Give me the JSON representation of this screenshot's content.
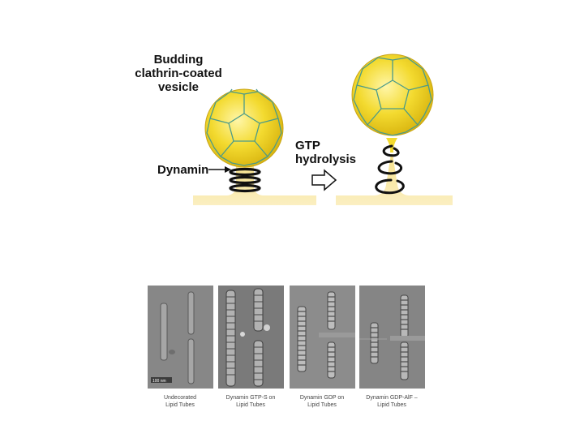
{
  "diagram": {
    "vesicle_label": [
      "Budding",
      "clathrin-coated",
      "vesicle"
    ],
    "dynamin_label": "Dynamin",
    "reaction_label": [
      "GTP",
      "hydrolysis"
    ],
    "colors": {
      "vesicle_fill": "#f3da2f",
      "vesicle_highlight": "#fff6a8",
      "lattice_stroke": "#4a9a8a",
      "membrane_fill": "#f9e9a6",
      "dynamin_ring": "#111111"
    }
  },
  "micrographs": [
    {
      "caption": [
        "Undecorated",
        "Lipid Tubes"
      ],
      "scale_bar": "100 nm"
    },
    {
      "caption": [
        "Dynamin GTP-S on",
        "Lipid Tubes"
      ]
    },
    {
      "caption": [
        "Dynamin GDP on",
        "Lipid Tubes"
      ]
    },
    {
      "caption": [
        "Dynamin GDP-AlF –",
        "Lipid Tubes"
      ]
    }
  ]
}
